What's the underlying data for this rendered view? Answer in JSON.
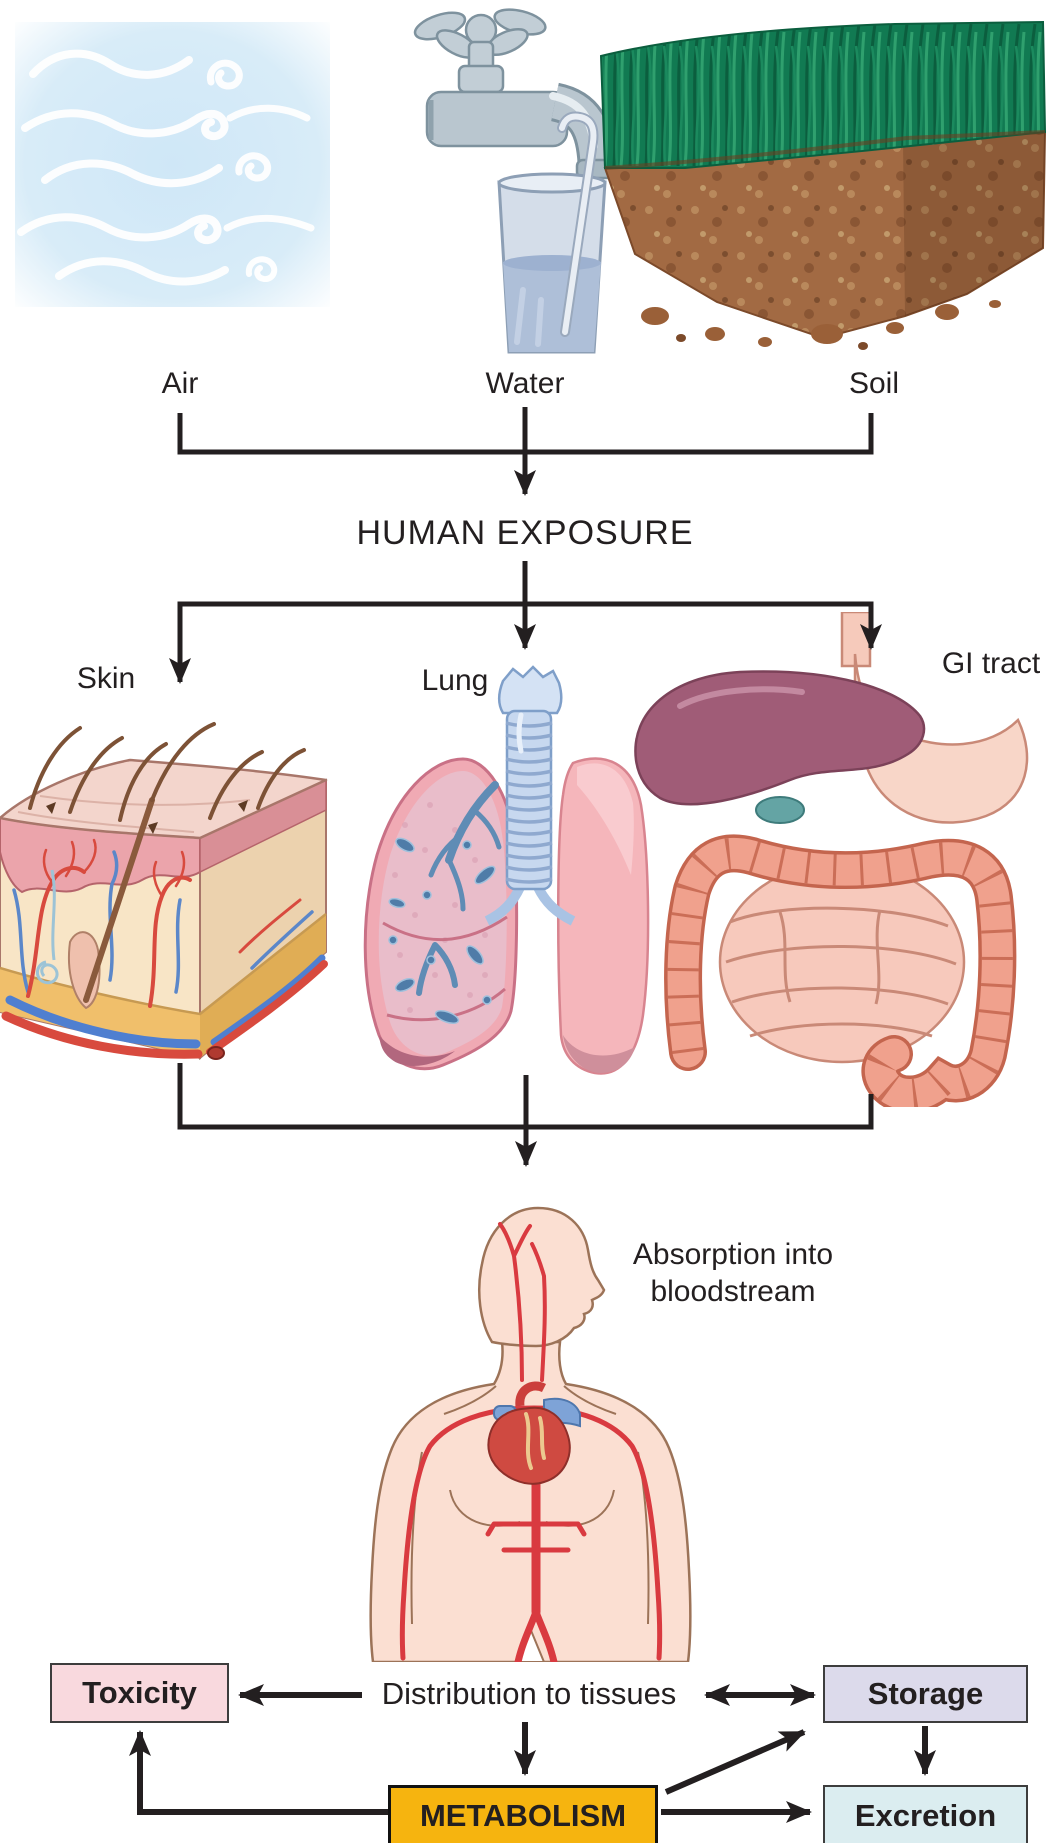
{
  "colors": {
    "line": "#231f20",
    "toxicity_bg": "#f9d9de",
    "storage_bg": "#dcdaeb",
    "metabolism_bg": "#f6b40f",
    "excretion_bg": "#dbedf0"
  },
  "sources": {
    "air_label": "Air",
    "water_label": "Water",
    "soil_label": "Soil"
  },
  "exposure_label": "HUMAN EXPOSURE",
  "routes": {
    "skin_label": "Skin",
    "lung_label": "Lung",
    "gi_label": "GI tract"
  },
  "absorption": {
    "line1": "Absorption into",
    "line2": "bloodstream"
  },
  "distribution_label": "Distribution to tissues",
  "boxes": {
    "toxicity": {
      "label": "Toxicity",
      "bg": "#f9d9de"
    },
    "storage": {
      "label": "Storage",
      "bg": "#dcdaeb"
    },
    "metabolism": {
      "label": "METABOLISM",
      "bg": "#f6b40f"
    },
    "excretion": {
      "label": "Excretion",
      "bg": "#dbedf0"
    }
  },
  "illustrations": {
    "air": "wind-swirls",
    "water": "faucet-filling-glass-with-straw",
    "soil": "grass-and-soil-block",
    "skin": "skin-cross-section-block",
    "lung": "lungs-with-trachea",
    "gi": "liver-stomach-intestines",
    "body": "human-figure-with-arterial-system"
  }
}
